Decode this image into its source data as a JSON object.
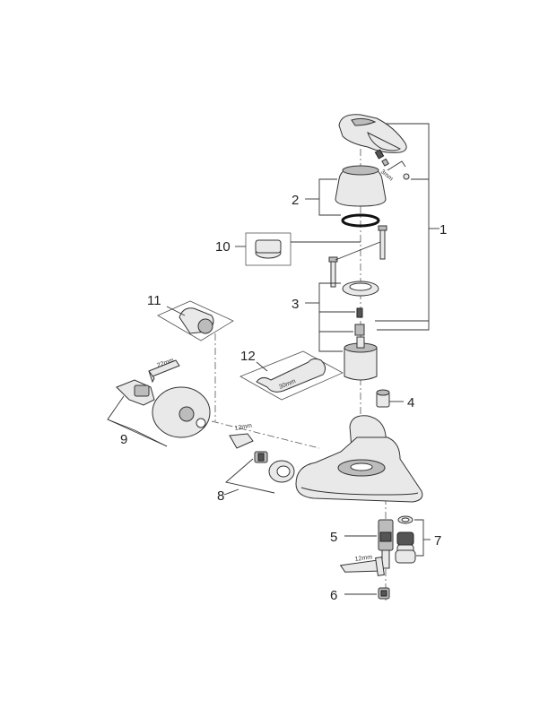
{
  "callouts": [
    {
      "id": "1",
      "text": "1"
    },
    {
      "id": "2",
      "text": "2"
    },
    {
      "id": "3",
      "text": "3"
    },
    {
      "id": "4",
      "text": "4"
    },
    {
      "id": "5",
      "text": "5"
    },
    {
      "id": "6",
      "text": "6"
    },
    {
      "id": "7",
      "text": "7"
    },
    {
      "id": "8",
      "text": "8"
    },
    {
      "id": "9",
      "text": "9"
    },
    {
      "id": "10",
      "text": "10"
    },
    {
      "id": "11",
      "text": "11"
    },
    {
      "id": "12",
      "text": "12"
    }
  ],
  "tool_sizes": {
    "hex_key_handle": "3mm",
    "wrench": "30mm",
    "allen_key_22": "22mm",
    "allen_key_body": "12mm",
    "allen_key_spout": "12mm"
  }
}
